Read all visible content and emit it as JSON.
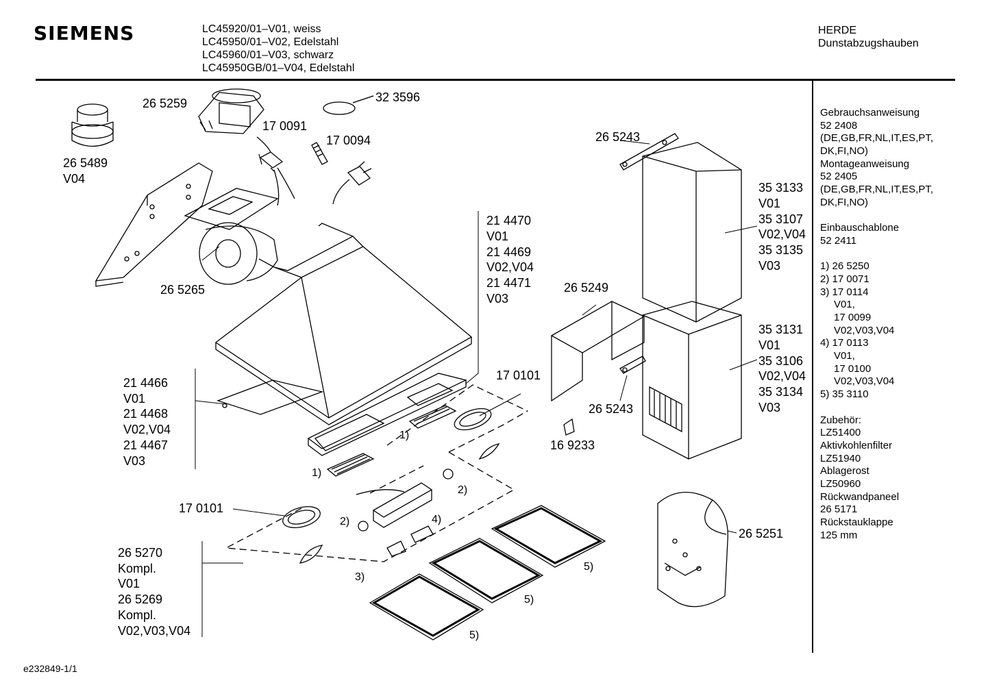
{
  "header": {
    "brand": "SIEMENS",
    "models": [
      "LC45920/01–V01, weiss",
      "LC45950/01–V02, Edelstahl",
      "LC45960/01–V03, schwarz",
      "LC45950GB/01–V04, Edelstahl"
    ],
    "category_line1": "HERDE",
    "category_line2": "Dunstabzugshauben"
  },
  "sidebar": {
    "manual_title": "Gebrauchsanweisung",
    "manual_number": "52 2408",
    "manual_langs_1": "(DE,GB,FR,NL,IT,ES,PT,",
    "manual_langs_2": "DK,FI,NO)",
    "mount_title": "Montageanweisung",
    "mount_number": "52 2405",
    "mount_langs_1": "(DE,GB,FR,NL,IT,ES,PT,",
    "mount_langs_2": "DK,FI,NO)",
    "template_title": "Einbauschablone",
    "template_number": "52 2411",
    "notes": [
      "1)  26 5250",
      "2)  17 0071",
      "3)  17 0114",
      "V01,",
      "17 0099",
      "V02,V03,V04",
      "4)  17 0113",
      "V01,",
      "17 0100",
      "V02,V03,V04",
      "5)  35 3110"
    ],
    "accessories_title": "Zubehör:",
    "accessories": [
      "LZ51400",
      "Aktivkohlenfilter",
      "LZ51940",
      "Ablagerost",
      "LZ50960",
      "Rückwandpaneel",
      "26 5171",
      "Rückstauklappe",
      "125 mm"
    ]
  },
  "parts": {
    "p265489": "26 5489",
    "p265489v": "V04",
    "p265259": "26 5259",
    "p323596": "32 3596",
    "p170091": "17 0091",
    "p170094": "17 0094",
    "p265243a": "26 5243",
    "p265265": "26 5265",
    "p214470": [
      "21 4470",
      "V01",
      "21 4469",
      "V02,V04",
      "21 4471",
      "V03"
    ],
    "p353133": [
      "35 3133",
      "V01",
      "35 3107",
      "V02,V04",
      "35 3135",
      "V03"
    ],
    "p265249": "26 5249",
    "p353131": [
      "35 3131",
      "V01",
      "35 3106",
      "V02,V04",
      "35 3134",
      "V03"
    ],
    "p214466": [
      "21 4466",
      "V01",
      "21 4468",
      "V02,V04",
      "21 4467",
      "V03"
    ],
    "p170101a": "17 0101",
    "p265243b": "26 5243",
    "p169233": "16 9233",
    "p170101b": "17 0101",
    "p265270": [
      "26 5270",
      "Kompl.",
      "V01",
      "26 5269",
      "Kompl.",
      "V02,V03,V04"
    ],
    "p265251": "26 5251",
    "callouts": {
      "c1a": "1)",
      "c1b": "1)",
      "c2a": "2)",
      "c2b": "2)",
      "c3": "3)",
      "c4": "4)",
      "c5a": "5)",
      "c5b": "5)",
      "c5c": "5)"
    }
  },
  "footer": {
    "doc_id": "e232849-1/1"
  }
}
